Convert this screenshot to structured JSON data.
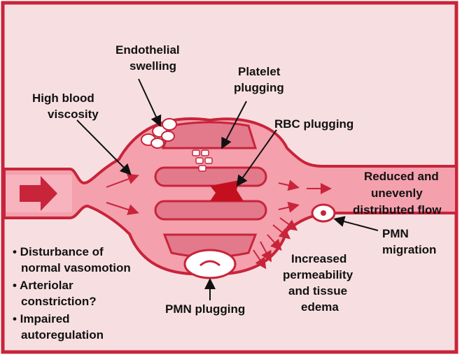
{
  "colors": {
    "background": "#f7dfe1",
    "border": "#c8243a",
    "vessel_fill": "#f4a0ad",
    "vessel_edge": "#c8243a",
    "lumen_dark": "#d7576d",
    "strip_fill": "#e27a8c",
    "rbc_plug": "#c4101e",
    "arrow": "#c8243a",
    "pmn_cell": "#ffffff"
  },
  "labels": {
    "endothelial": [
      "Endothelial",
      "swelling"
    ],
    "platelet": [
      "Platelet",
      "plugging"
    ],
    "viscosity": [
      "High blood",
      "viscosity"
    ],
    "rbc": [
      "RBC plugging"
    ],
    "reduced": [
      "Reduced and",
      "unevenly",
      "distributed flow"
    ],
    "pmn_migration": [
      "PMN",
      "migration"
    ],
    "permeability": [
      "Increased",
      "permeability",
      "and tissue",
      "edema"
    ],
    "pmn_plugging": [
      "PMN plugging"
    ],
    "bullets": [
      [
        "• Disturbance of",
        "normal vasomotion"
      ],
      [
        "• Arteriolar",
        "constriction?"
      ],
      [
        "• Impaired",
        "autoregulation"
      ]
    ]
  },
  "icons": {
    "flow_arrow": "big-right-arrow-icon",
    "pmn_cell": "white-blood-cell-icon"
  }
}
